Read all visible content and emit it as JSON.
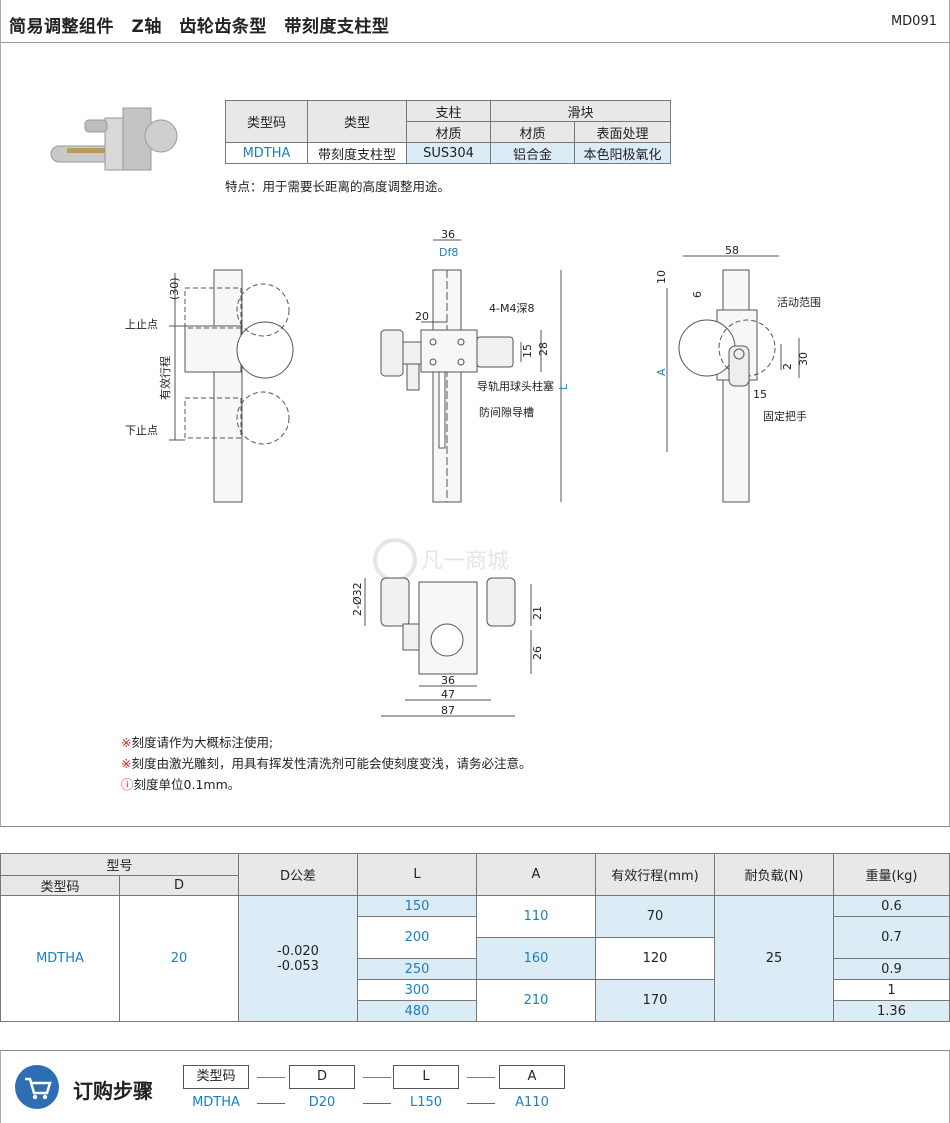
{
  "header": {
    "title": "简易调整组件　Z轴　齿轮齿条型　带刻度支柱型",
    "code": "MD091"
  },
  "spec_table": {
    "col_type_code": "类型码",
    "col_type": "类型",
    "group_post": "支柱",
    "group_slider": "滑块",
    "sub_material_post": "材质",
    "sub_material_slider": "材质",
    "sub_surface": "表面处理",
    "row": {
      "type_code": "MDTHA",
      "type": "带刻度支柱型",
      "post_material": "SUS304",
      "slider_material": "铝合金",
      "surface": "本色阳极氧化"
    }
  },
  "feature": "特点：用于需要长距离的高度调整用途。",
  "drawing_labels": {
    "upper_stop": "上止点",
    "lower_stop": "下止点",
    "effective_stroke": "有效行程",
    "thirty_paren": "(30)",
    "d36": "36",
    "df8": "Df8",
    "d20": "20",
    "m4": "4-M4深8",
    "d15": "15",
    "d28": "28",
    "plunger": "导轨用球头柱塞",
    "groove": "防间隙导槽",
    "L": "L",
    "d58": "58",
    "d10": "10",
    "d6": "6",
    "range": "活动范围",
    "A": "A",
    "d2": "2",
    "d30": "30",
    "d15b": "15",
    "handle": "固定把手",
    "phi32": "2-Ø32",
    "d21": "21",
    "d26": "26",
    "d36b": "36",
    "d47": "47",
    "d87": "87",
    "watermark": "凡一商城"
  },
  "notes": {
    "n1_mark": "※",
    "n1": "刻度请作为大概标注使用;",
    "n2_mark": "※",
    "n2": "刻度由激光雕刻，用具有挥发性清洗剂可能会使刻度变浅，请务必注意。",
    "n3_mark": "ⓘ",
    "n3": "刻度单位0.1mm。"
  },
  "main_table": {
    "h_model": "型号",
    "h_type_code": "类型码",
    "h_D": "D",
    "h_tol": "D公差",
    "h_L": "L",
    "h_A": "A",
    "h_stroke": "有效行程(mm)",
    "h_load": "耐负载(N)",
    "h_weight": "重量(kg)",
    "type_code": "MDTHA",
    "D": "20",
    "tol1": "-0.020",
    "tol2": "-0.053",
    "L": [
      "150",
      "200",
      "250",
      "300",
      "480"
    ],
    "A": [
      "110",
      "160",
      "210"
    ],
    "stroke": [
      "70",
      "120",
      "170"
    ],
    "load": "25",
    "weight": [
      "0.6",
      "0.7",
      "0.9",
      "1",
      "1.36"
    ]
  },
  "order": {
    "title": "订购步骤",
    "boxes": [
      "类型码",
      "D",
      "L",
      "A"
    ],
    "values": [
      "MDTHA",
      "D20",
      "L150",
      "A110"
    ],
    "cart_icon": "shopping-cart-icon"
  },
  "colors": {
    "accent_blue": "#1a7fc1",
    "light_blue": "#dcecf7",
    "header_gray": "#e8e8e8",
    "cart_blue": "#2e6fb3"
  }
}
